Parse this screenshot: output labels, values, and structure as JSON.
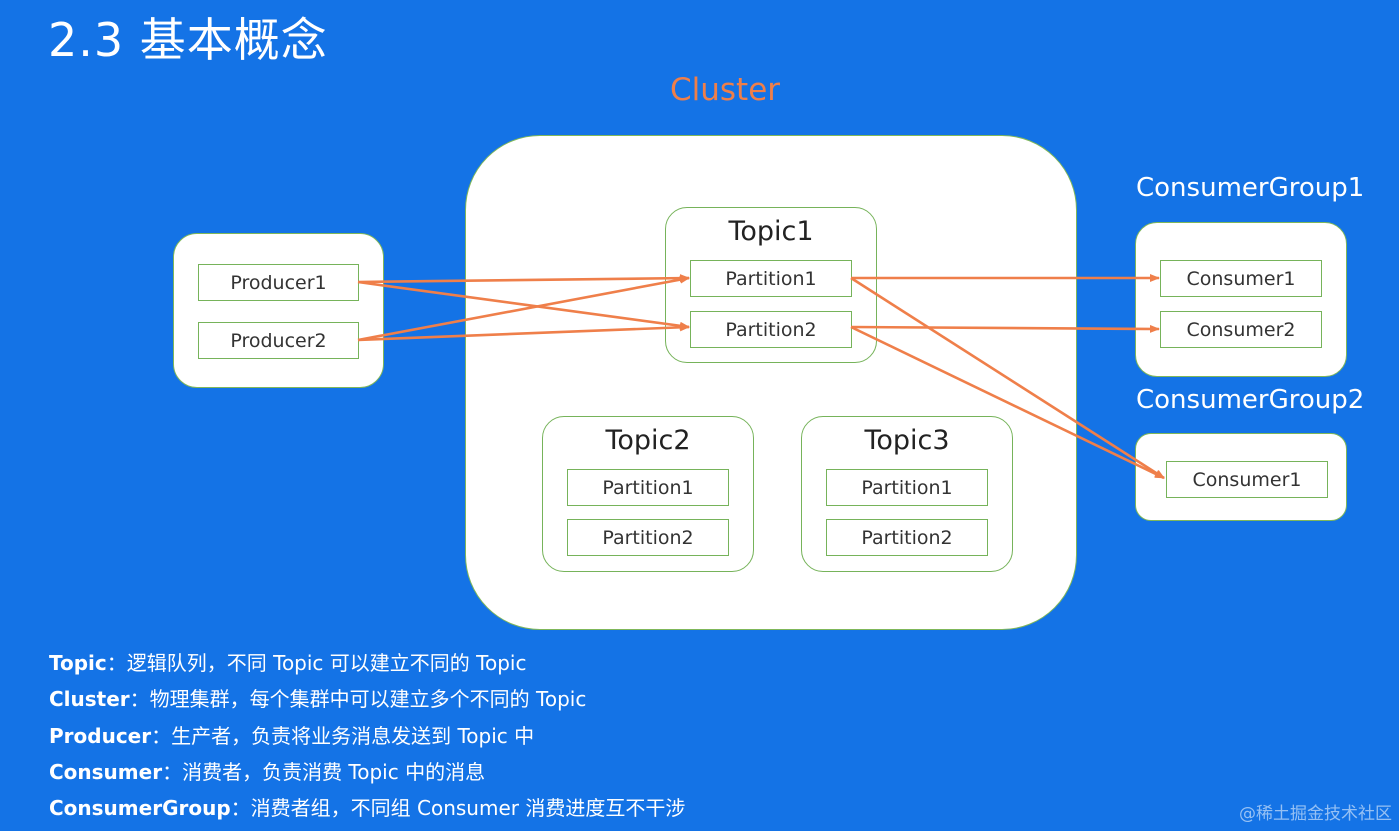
{
  "slide": {
    "title": "2.3 基本概念"
  },
  "cluster": {
    "label": "Cluster",
    "topics": [
      {
        "name": "Topic1",
        "partitions": [
          "Partition1",
          "Partition2"
        ]
      },
      {
        "name": "Topic2",
        "partitions": [
          "Partition1",
          "Partition2"
        ]
      },
      {
        "name": "Topic3",
        "partitions": [
          "Partition1",
          "Partition2"
        ]
      }
    ]
  },
  "producers": [
    "Producer1",
    "Producer2"
  ],
  "consumer_groups": [
    {
      "name": "ConsumerGroup1",
      "consumers": [
        "Consumer1",
        "Consumer2"
      ]
    },
    {
      "name": "ConsumerGroup2",
      "consumers": [
        "Consumer1"
      ]
    }
  ],
  "definitions": [
    {
      "term": "Topic",
      "text": "：逻辑队列，不同 Topic 可以建立不同的 Topic"
    },
    {
      "term": "Cluster",
      "text": "：物理集群，每个集群中可以建立多个不同的 Topic"
    },
    {
      "term": "Producer",
      "text": "：生产者，负责将业务消息发送到 Topic 中"
    },
    {
      "term": "Consumer",
      "text": "：消费者，负责消费 Topic 中的消息"
    },
    {
      "term": "ConsumerGroup",
      "text": "：消费者组，不同组 Consumer 消费进度互不干涉"
    }
  ],
  "watermark": "@稀土掘金技术社区",
  "colors": {
    "background": "#1473e6",
    "accent_orange": "#ef7f4a",
    "border_green": "#76b35a"
  }
}
